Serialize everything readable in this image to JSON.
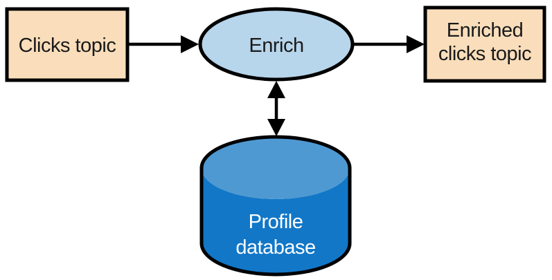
{
  "diagram": {
    "nodes": {
      "clicks_topic": {
        "label": "Clicks topic"
      },
      "enrich": {
        "label": "Enrich"
      },
      "enriched_clicks_topic": {
        "line1": "Enriched",
        "line2": "clicks topic"
      },
      "profile_database": {
        "line1": "Profile",
        "line2": "database"
      }
    },
    "colors": {
      "topic_box_fill": "#fadebb",
      "process_ellipse_fill": "#b7d5eb",
      "database_top_fill": "#4e99d2",
      "database_body_fill": "#1277c7",
      "outline": "#000000",
      "label_text": "#1a1a1a",
      "database_text": "#ffffff"
    }
  }
}
